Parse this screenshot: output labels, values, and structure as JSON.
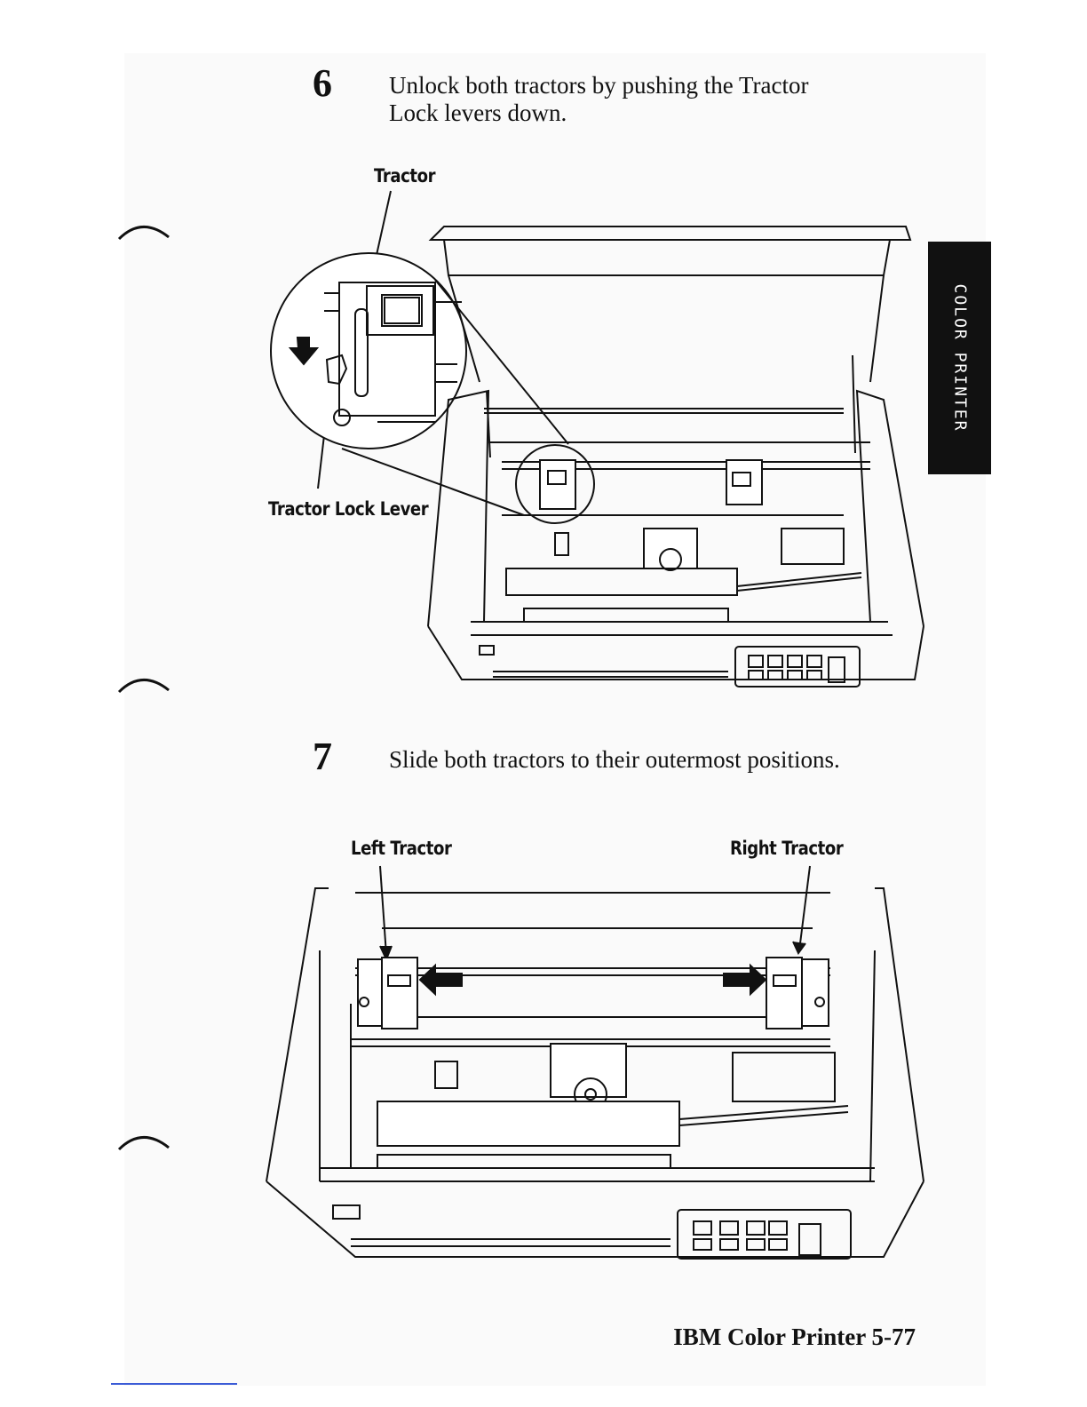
{
  "steps": [
    {
      "number": "6",
      "text_line1": "Unlock both tractors by pushing the Tractor",
      "text_line2": "Lock levers down."
    },
    {
      "number": "7",
      "text": "Slide both tractors to their outermost positions."
    }
  ],
  "figure1": {
    "callout_tractor": "Tractor",
    "callout_lock_lever": "Tractor Lock Lever"
  },
  "figure2": {
    "callout_left": "Left Tractor",
    "callout_right": "Right Tractor"
  },
  "side_tab": {
    "label": "COLOR PRINTER"
  },
  "footer": {
    "label": "IBM Color Printer  5-77"
  },
  "icons": [
    "binder-hole-mark",
    "down-arrow-icon",
    "left-arrow-icon",
    "right-arrow-icon"
  ]
}
